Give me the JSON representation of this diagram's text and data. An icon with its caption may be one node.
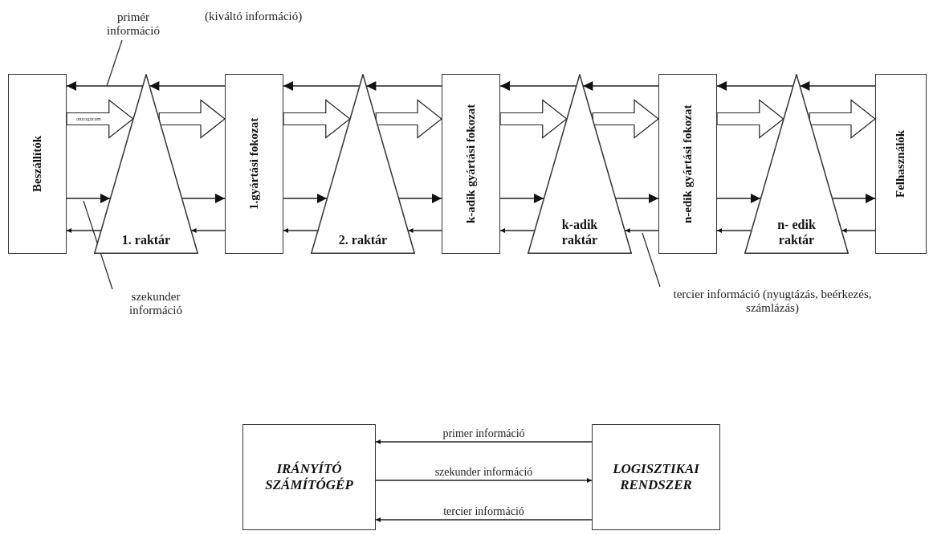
{
  "diagram": {
    "nodes": [
      {
        "text": [
          "Beszállítók"
        ]
      },
      {
        "text": [
          "1. raktár"
        ]
      },
      {
        "text": [
          "1.gyártási fokozat"
        ]
      },
      {
        "text": [
          "2. raktár"
        ]
      },
      {
        "text": [
          "k-adik gyártási fokozat"
        ]
      },
      {
        "text": [
          "k-adik raktár"
        ]
      },
      {
        "text": [
          "n-edik gyártási fokozat"
        ]
      },
      {
        "text": [
          "n- edik raktár"
        ]
      },
      {
        "text": [
          "Felhasználók"
        ]
      },
      {
        "text": [
          "IRÁNYÍTÓ SZÁMÍTÓGÉP"
        ]
      },
      {
        "text": [
          "LOGISZTIKAI RENDSZER"
        ]
      },
      {
        "text": [
          "primér információ"
        ]
      },
      {
        "text": [
          "szekunder információ"
        ]
      },
      {
        "text": [
          "tercier információ (nyugtázás, beérkezés, számlázás)"
        ]
      }
    ],
    "edges": [
      {
        "from": 1,
        "to": 0,
        "arrow": "to"
      },
      {
        "from": 0,
        "to": 1,
        "arrow": "to",
        "style": "thick",
        "label": "anyagáram"
      },
      {
        "from": 0,
        "to": 1,
        "arrow": "to"
      },
      {
        "from": 1,
        "to": 0,
        "arrow": "to"
      },
      {
        "from": 2,
        "to": 1,
        "arrow": "to"
      },
      {
        "from": 1,
        "to": 2,
        "arrow": "to",
        "style": "thick"
      },
      {
        "from": 1,
        "to": 2,
        "arrow": "to"
      },
      {
        "from": 2,
        "to": 1,
        "arrow": "to"
      },
      {
        "from": 3,
        "to": 2,
        "arrow": "to"
      },
      {
        "from": 2,
        "to": 3,
        "arrow": "to",
        "style": "thick"
      },
      {
        "from": 2,
        "to": 3,
        "arrow": "to"
      },
      {
        "from": 3,
        "to": 2,
        "arrow": "to"
      },
      {
        "from": 4,
        "to": 3,
        "arrow": "to"
      },
      {
        "from": 3,
        "to": 4,
        "arrow": "to",
        "style": "thick"
      },
      {
        "from": 3,
        "to": 4,
        "arrow": "to"
      },
      {
        "from": 4,
        "to": 3,
        "arrow": "to"
      },
      {
        "from": 5,
        "to": 4,
        "arrow": "to"
      },
      {
        "from": 4,
        "to": 5,
        "arrow": "to",
        "style": "thick"
      },
      {
        "from": 4,
        "to": 5,
        "arrow": "to"
      },
      {
        "from": 5,
        "to": 4,
        "arrow": "to"
      },
      {
        "from": 6,
        "to": 5,
        "arrow": "to"
      },
      {
        "from": 5,
        "to": 6,
        "arrow": "to",
        "style": "thick"
      },
      {
        "from": 5,
        "to": 6,
        "arrow": "to"
      },
      {
        "from": 6,
        "to": 5,
        "arrow": "to"
      },
      {
        "from": 7,
        "to": 6,
        "arrow": "to"
      },
      {
        "from": 6,
        "to": 7,
        "arrow": "to",
        "style": "thick"
      },
      {
        "from": 6,
        "to": 7,
        "arrow": "to"
      },
      {
        "from": 7,
        "to": 6,
        "arrow": "to"
      },
      {
        "from": 8,
        "to": 7,
        "arrow": "to"
      },
      {
        "from": 7,
        "to": 8,
        "arrow": "to",
        "style": "thick"
      },
      {
        "from": 7,
        "to": 8,
        "arrow": "to"
      },
      {
        "from": 8,
        "to": 7,
        "arrow": "to"
      },
      {
        "from": 10,
        "to": 9,
        "arrow": "to",
        "label": "primer információ"
      },
      {
        "from": 9,
        "to": 10,
        "arrow": "to",
        "label": "szekunder információ"
      },
      {
        "from": 10,
        "to": 9,
        "arrow": "to",
        "label": "tercier információ"
      },
      {
        "from": 11,
        "to": null,
        "arrow": "none"
      },
      {
        "from": 12,
        "to": null,
        "arrow": "none"
      },
      {
        "from": 13,
        "to": null,
        "arrow": "none"
      }
    ],
    "labels": [
      "(kiváltó információ)"
    ]
  }
}
